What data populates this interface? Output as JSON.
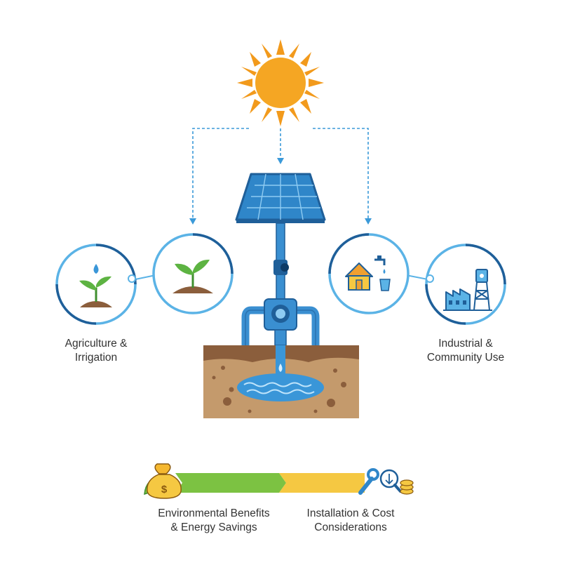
{
  "colors": {
    "sun": "#f5a623",
    "sun_rays": "#f29a1c",
    "connector": "#3b9ad9",
    "ring_light": "#5bb3e6",
    "ring_dark": "#1f5f99",
    "panel": "#3b9ad9",
    "pipe": "#3a8fd1",
    "soil_top": "#8b5e3c",
    "soil": "#c49a6c",
    "water": "#3a96d8",
    "plant": "#5db342",
    "bar_green": "#7cc242",
    "bar_yellow": "#f5c842",
    "text": "#333333"
  },
  "labels": {
    "agriculture": [
      "Agriculture &",
      "Irrigation"
    ],
    "industrial": [
      "Industrial &",
      "Community Use"
    ],
    "environmental": [
      "Environmental Benefits",
      "& Energy Savings"
    ],
    "installation": [
      "Installation & Cost",
      "Considerations"
    ]
  },
  "icons": {
    "sun": "sun-icon",
    "solar_panel": "solar-panel-icon",
    "pump": "water-pump-icon",
    "groundwater": "groundwater-icon",
    "sprout_droplet": "sprout-droplet-icon",
    "sprout": "sprout-icon",
    "house_tap": "house-tap-icon",
    "factory_tower": "factory-water-tower-icon",
    "money_bag": "money-bag-icon",
    "wrench_magnifier": "wrench-magnifier-coins-icon"
  }
}
